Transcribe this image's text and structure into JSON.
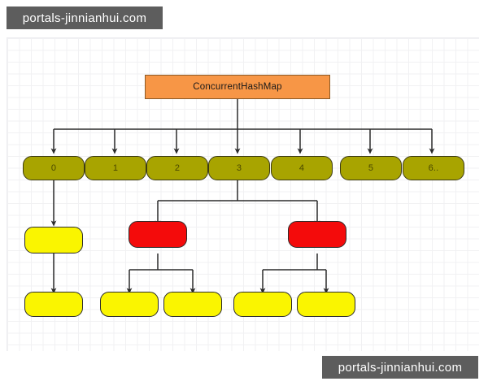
{
  "watermarks": {
    "top": "portals-jinnianhui.com",
    "bottom": "portals-jinnianhui.com"
  },
  "diagram": {
    "title": "ConcurrentHashMap",
    "root": {
      "label": "ConcurrentHashMap",
      "fill": "#f79646",
      "border": "#8c5a26"
    },
    "buckets": [
      {
        "label": "0"
      },
      {
        "label": "1"
      },
      {
        "label": "2"
      },
      {
        "label": "3"
      },
      {
        "label": "4"
      },
      {
        "label": "5"
      },
      {
        "label": "6.."
      }
    ],
    "bucket_style": {
      "fill": "#a8a400",
      "border": "#3d3b14"
    },
    "level2": [
      {
        "kind": "yellow",
        "label": ""
      },
      {
        "kind": "red",
        "label": ""
      },
      {
        "kind": "red",
        "label": ""
      }
    ],
    "level3": [
      {
        "kind": "yellow",
        "label": ""
      },
      {
        "kind": "yellow",
        "label": ""
      },
      {
        "kind": "yellow",
        "label": ""
      },
      {
        "kind": "yellow",
        "label": ""
      },
      {
        "kind": "yellow",
        "label": ""
      }
    ],
    "colors": {
      "red_fill": "#f40b0b",
      "yellow_fill": "#faf500",
      "node_border": "#2b2b2b",
      "connector": "#2b2b2b",
      "grid_line": "#e3e3e8",
      "canvas_bg": "#ffffff",
      "watermark_bg": "#5d5d5d",
      "watermark_text": "#ffffff"
    }
  }
}
